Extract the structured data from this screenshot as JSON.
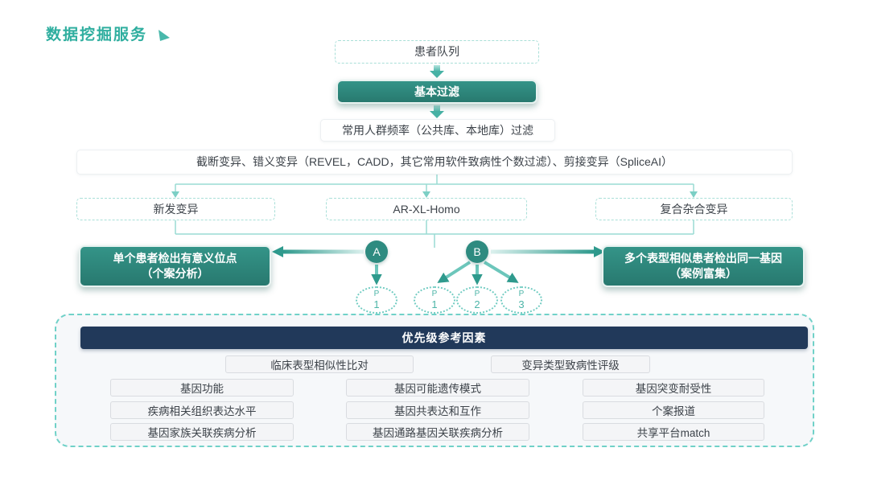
{
  "header": {
    "title": "数据挖掘服务"
  },
  "colors": {
    "accent_teal": "#2fae9f",
    "node_teal": "#2e8b80",
    "navy_header": "#21395a",
    "light_teal_line": "#9adcd4"
  },
  "flow": {
    "cohort": "患者队列",
    "basic_filter": "基本过滤",
    "freq_filter": "常用人群频率（公共库、本地库）过滤",
    "variant_filter": "截断变异、错义变异（REVEL，CADD，其它常用软件致病性个数过滤）、剪接变异（SpliceAI）",
    "branches": [
      {
        "label": "新发变异"
      },
      {
        "label": "AR-XL-Homo"
      },
      {
        "label": "复合杂合变异"
      }
    ],
    "node_a": "A",
    "node_b": "B",
    "result_left": {
      "line1": "单个患者检出有意义位点",
      "line2": "（个案分析）"
    },
    "result_right": {
      "line1": "多个表型相似患者检出同一基因",
      "line2": "（案例富集）"
    },
    "patients": [
      {
        "tag": "P",
        "num": "1"
      },
      {
        "tag": "P",
        "num": "1"
      },
      {
        "tag": "P",
        "num": "2"
      },
      {
        "tag": "P",
        "num": "3"
      }
    ]
  },
  "priority": {
    "header": "优先级参考因素",
    "top_row": [
      "临床表型相似性比对",
      "变异类型致病性评级"
    ],
    "grid": [
      [
        "基因功能",
        "基因可能遗传模式",
        "基因突变耐受性"
      ],
      [
        "疾病相关组织表达水平",
        "基因共表达和互作",
        "个案报道"
      ],
      [
        "基因家族关联疾病分析",
        "基因通路基因关联疾病分析",
        "共享平台match"
      ]
    ]
  }
}
